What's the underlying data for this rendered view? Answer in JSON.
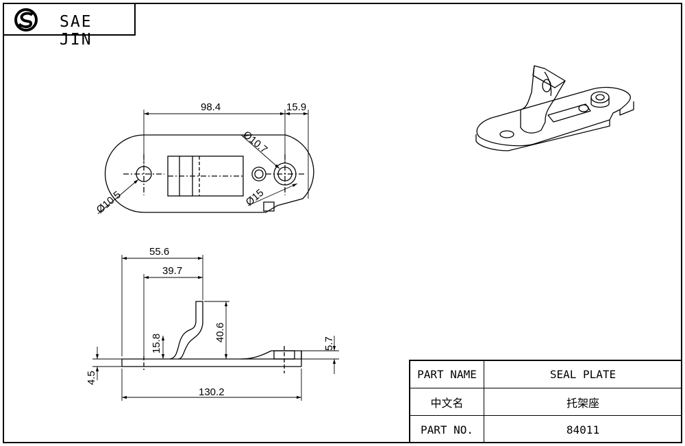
{
  "brand": {
    "name": "SAE JIN",
    "logo_icon": "sj-logo-icon"
  },
  "dimensions": {
    "top_view": {
      "length": "98.4",
      "end_offset": "15.9",
      "hole_small": "Ø10.7",
      "hole_left": "Ø10.5",
      "hole_ring": "Ø15"
    },
    "side_view": {
      "bend_offset": "55.6",
      "bend_inner": "39.7",
      "tab_height": "40.6",
      "step_height": "15.8",
      "right_height": "5.7",
      "thickness": "4.5",
      "total_length": "130.2"
    }
  },
  "title_block": {
    "rows": [
      {
        "label": "PART NAME",
        "value": "SEAL PLATE"
      },
      {
        "label": "中文名",
        "value": "托架座"
      },
      {
        "label": "PART NO.",
        "value": "84011"
      }
    ]
  },
  "colors": {
    "line": "#000000",
    "background": "#ffffff"
  }
}
